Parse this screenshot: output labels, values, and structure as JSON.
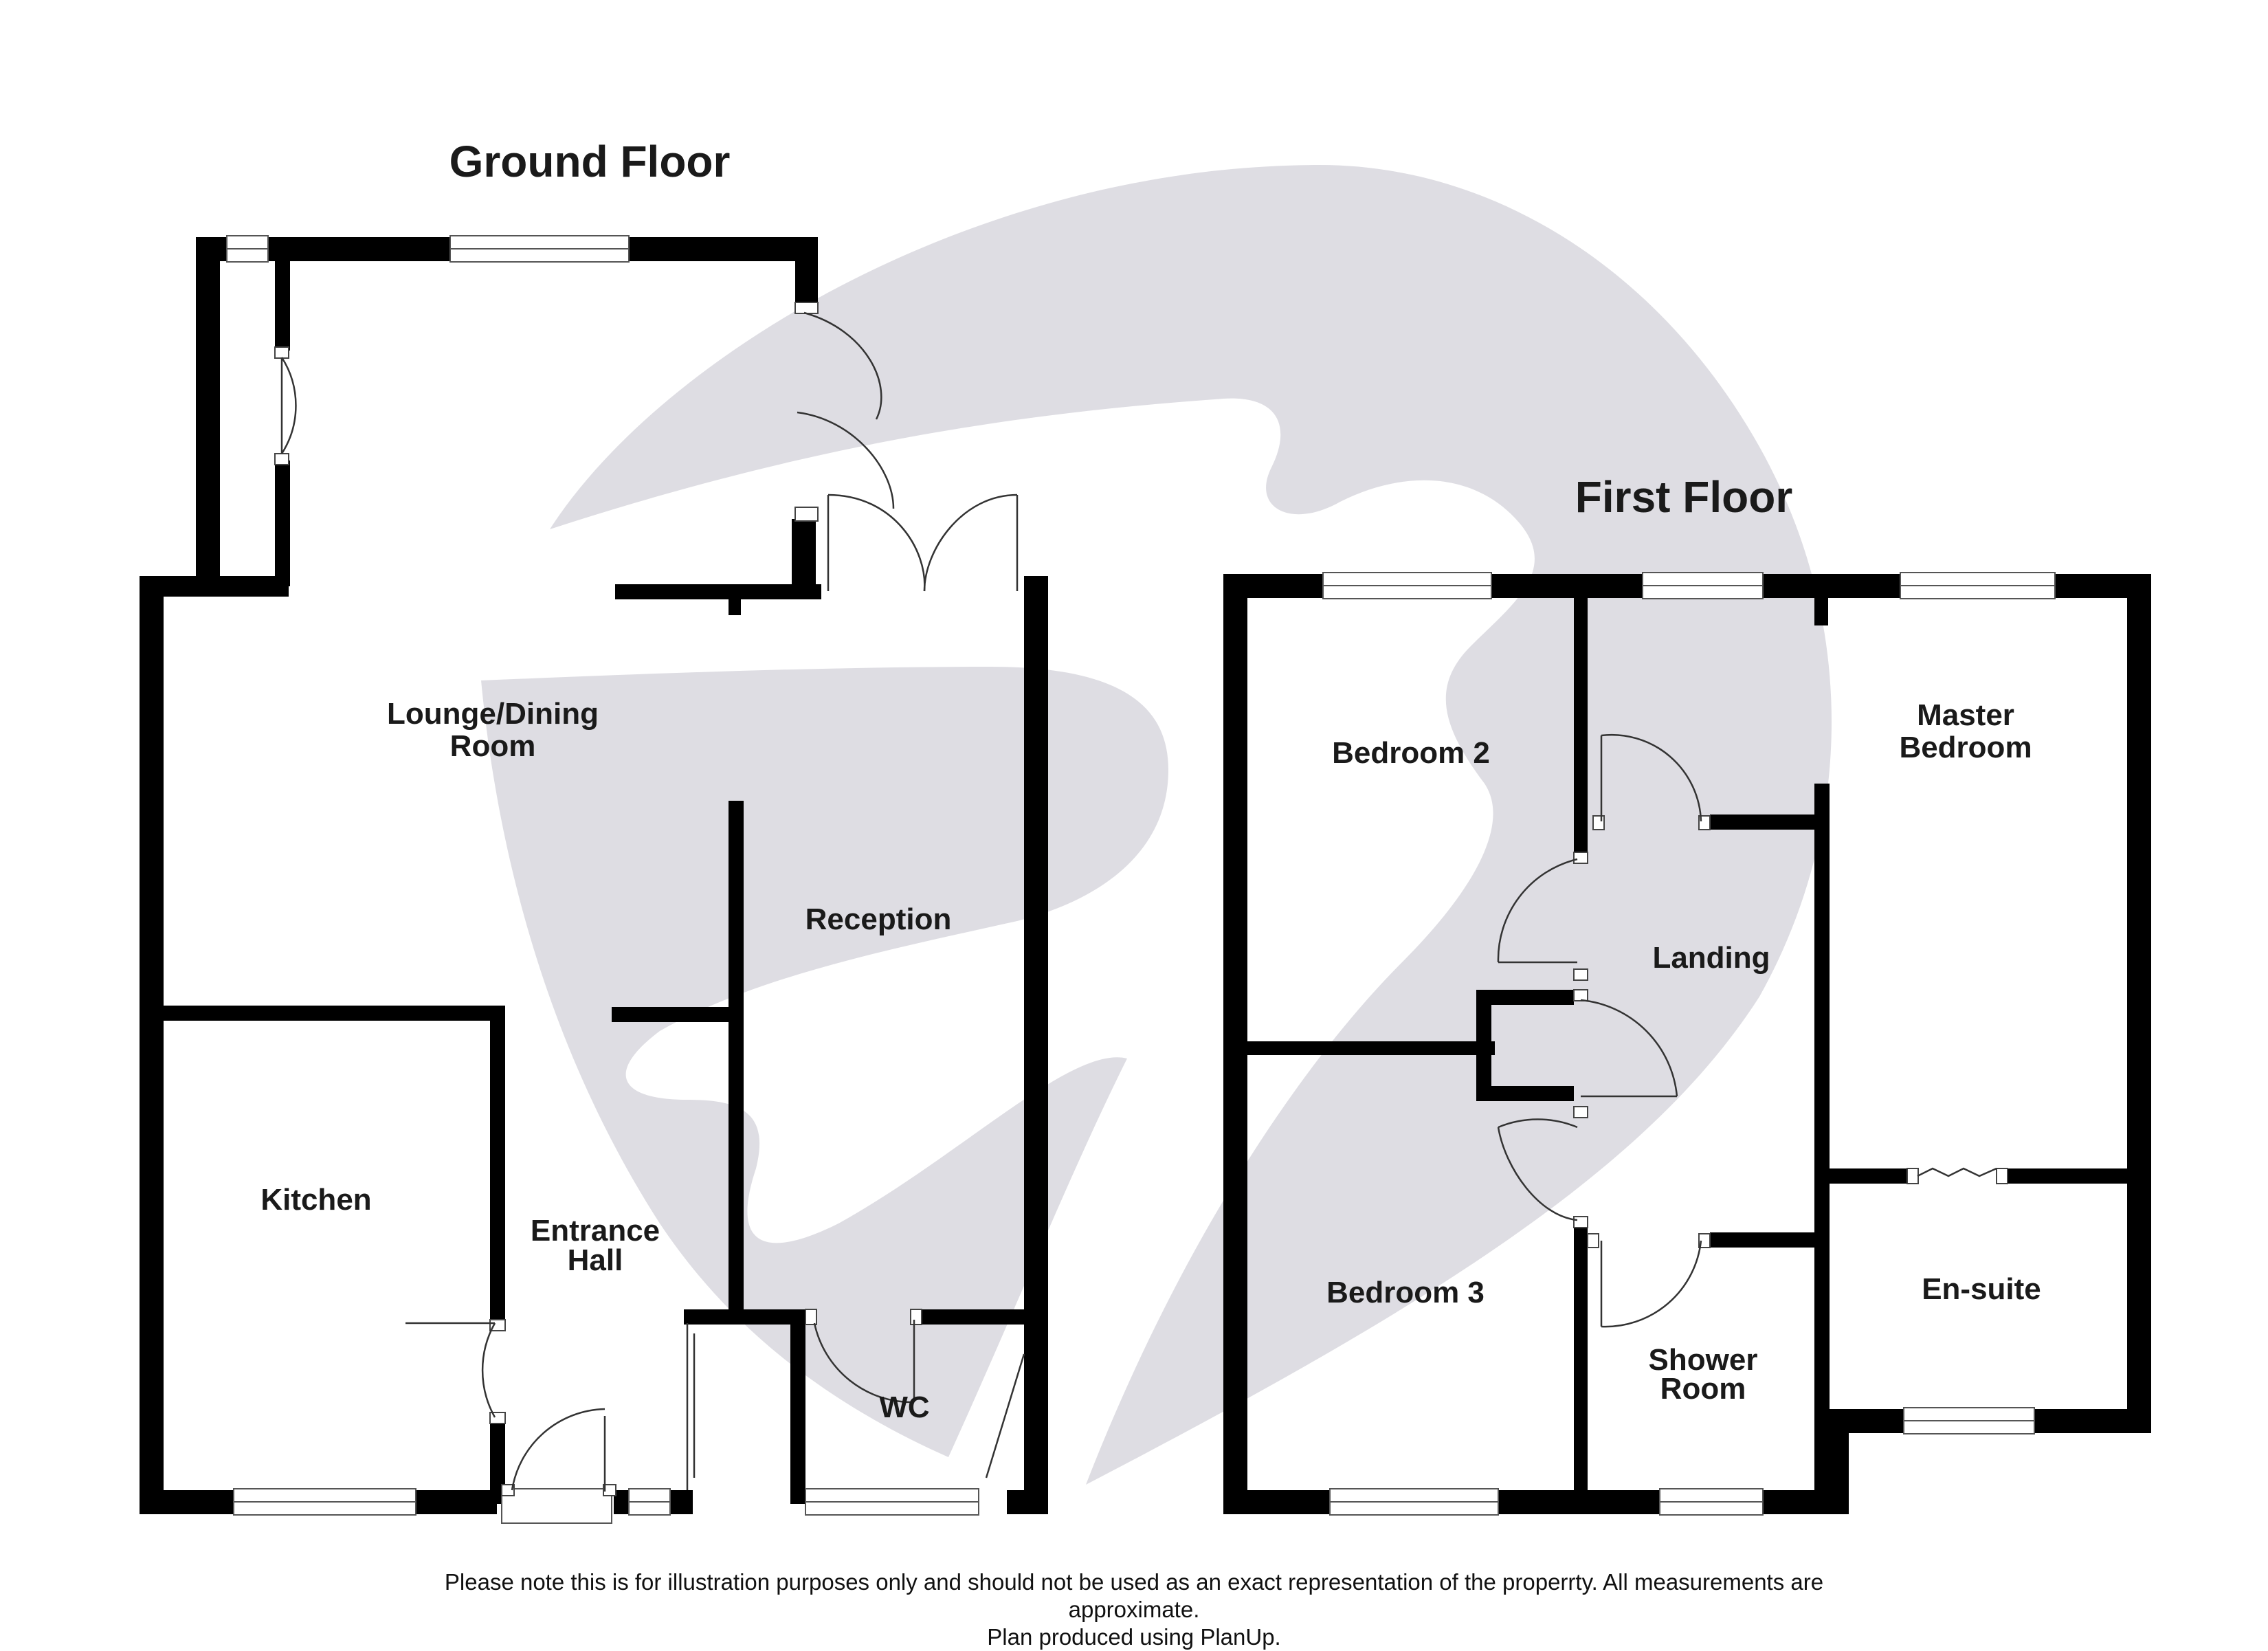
{
  "ground_floor": {
    "title": "Ground Floor",
    "rooms": {
      "lounge_dining_line1": "Lounge/Dining",
      "lounge_dining_line2": "Room",
      "reception": "Reception",
      "kitchen": "Kitchen",
      "entrance_hall_line1": "Entrance",
      "entrance_hall_line2": "Hall",
      "wc": "WC"
    }
  },
  "first_floor": {
    "title": "First Floor",
    "rooms": {
      "bedroom_2": "Bedroom 2",
      "master_bedroom_line1": "Master",
      "master_bedroom_line2": "Bedroom",
      "landing": "Landing",
      "bedroom_3": "Bedroom 3",
      "shower_room_line1": "Shower",
      "shower_room_line2": "Room",
      "en_suite": "En-suite"
    }
  },
  "footer": {
    "disclaimer_line1": "Please note this is for illustration purposes only and should not be used as an exact representation of the properrty. All measurements are",
    "disclaimer_line2": "approximate.",
    "credit": "Plan produced using PlanUp."
  },
  "colors": {
    "wall": "#000000",
    "watermark": "#dedde3",
    "background": "#ffffff"
  },
  "watermark_icon": "logo-swirl-icon"
}
